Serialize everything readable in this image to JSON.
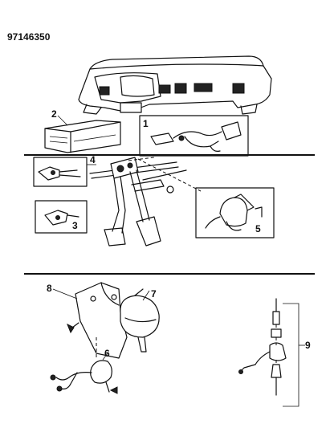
{
  "document": {
    "id": "97146350"
  },
  "callouts": {
    "c1": "1",
    "c2": "2",
    "c3": "3",
    "c4": "4",
    "c5": "5",
    "c6": "6",
    "c7": "7",
    "c8": "8",
    "c9": "9"
  }
}
